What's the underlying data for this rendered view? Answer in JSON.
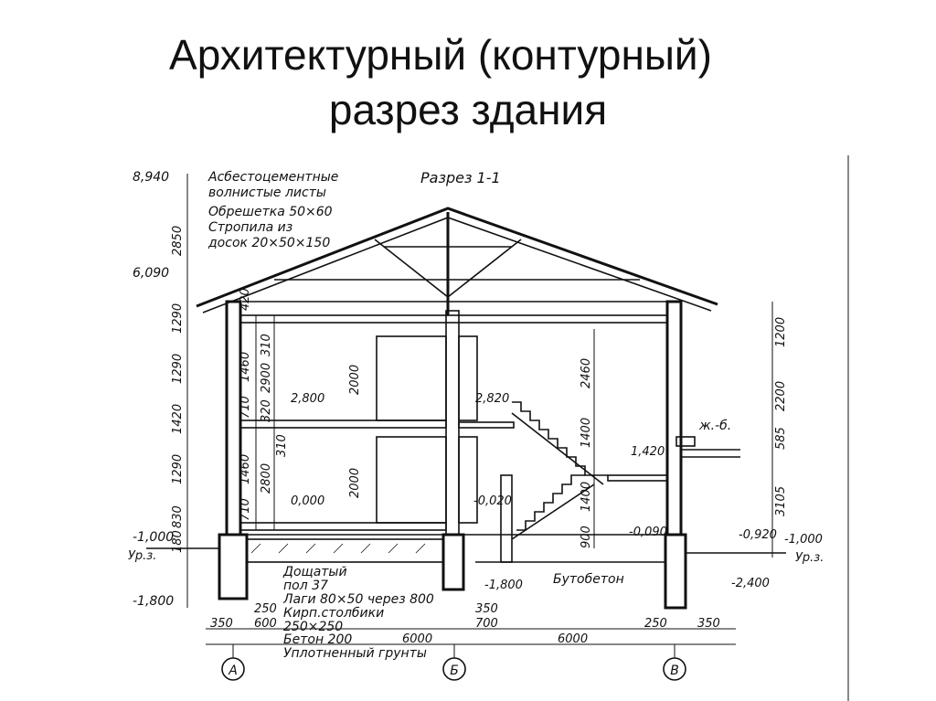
{
  "title": {
    "line1": "Архитектурный (контурный)",
    "line2": "разрез здания"
  },
  "drawing": {
    "section_label": "Разрез 1-1",
    "roof_notes": [
      "Асбестоцементные",
      "волнистые листы",
      "Обрешетка 50×60",
      "Стропила из",
      "досок 20×50×150"
    ],
    "floor_notes": [
      "Дощатый",
      "пол 37",
      "Лаги 80×50 через 800",
      "Кирп.столбики",
      "250×250",
      "Бетон 200",
      "Уплотненный грунты"
    ],
    "butobeton": "Бутобетон",
    "zhb": "ж.-б.",
    "ground_left": "Ур.з.",
    "ground_right": "Ур.з.",
    "axes": [
      "А",
      "Б",
      "В"
    ],
    "left_elevations": [
      "8,940",
      "6,090",
      "-1,000",
      "-1,800"
    ],
    "inner_marks": [
      "2,800",
      "0,000",
      "2,820",
      "-0,020",
      "1,420",
      "-0,090",
      "-1,800",
      "-0,920",
      "-1,000",
      "-2,400"
    ],
    "left_chain": [
      "2850",
      "1290",
      "1290",
      "1420",
      "1290",
      "830",
      "180"
    ],
    "inner_chain_a": [
      "420",
      "1460",
      "710",
      "1460",
      "710"
    ],
    "inner_chain_b": [
      "310",
      "2900",
      "320",
      "2800",
      "310"
    ],
    "door_heights": [
      "2000",
      "2000"
    ],
    "stair_dims": [
      "2460",
      "1400",
      "1400",
      "900"
    ],
    "right_chain": [
      "1200",
      "2200",
      "585",
      "3105"
    ],
    "bottom_dims": [
      "250",
      "600",
      "350",
      "6000",
      "350",
      "700",
      "6000",
      "250",
      "350"
    ]
  }
}
